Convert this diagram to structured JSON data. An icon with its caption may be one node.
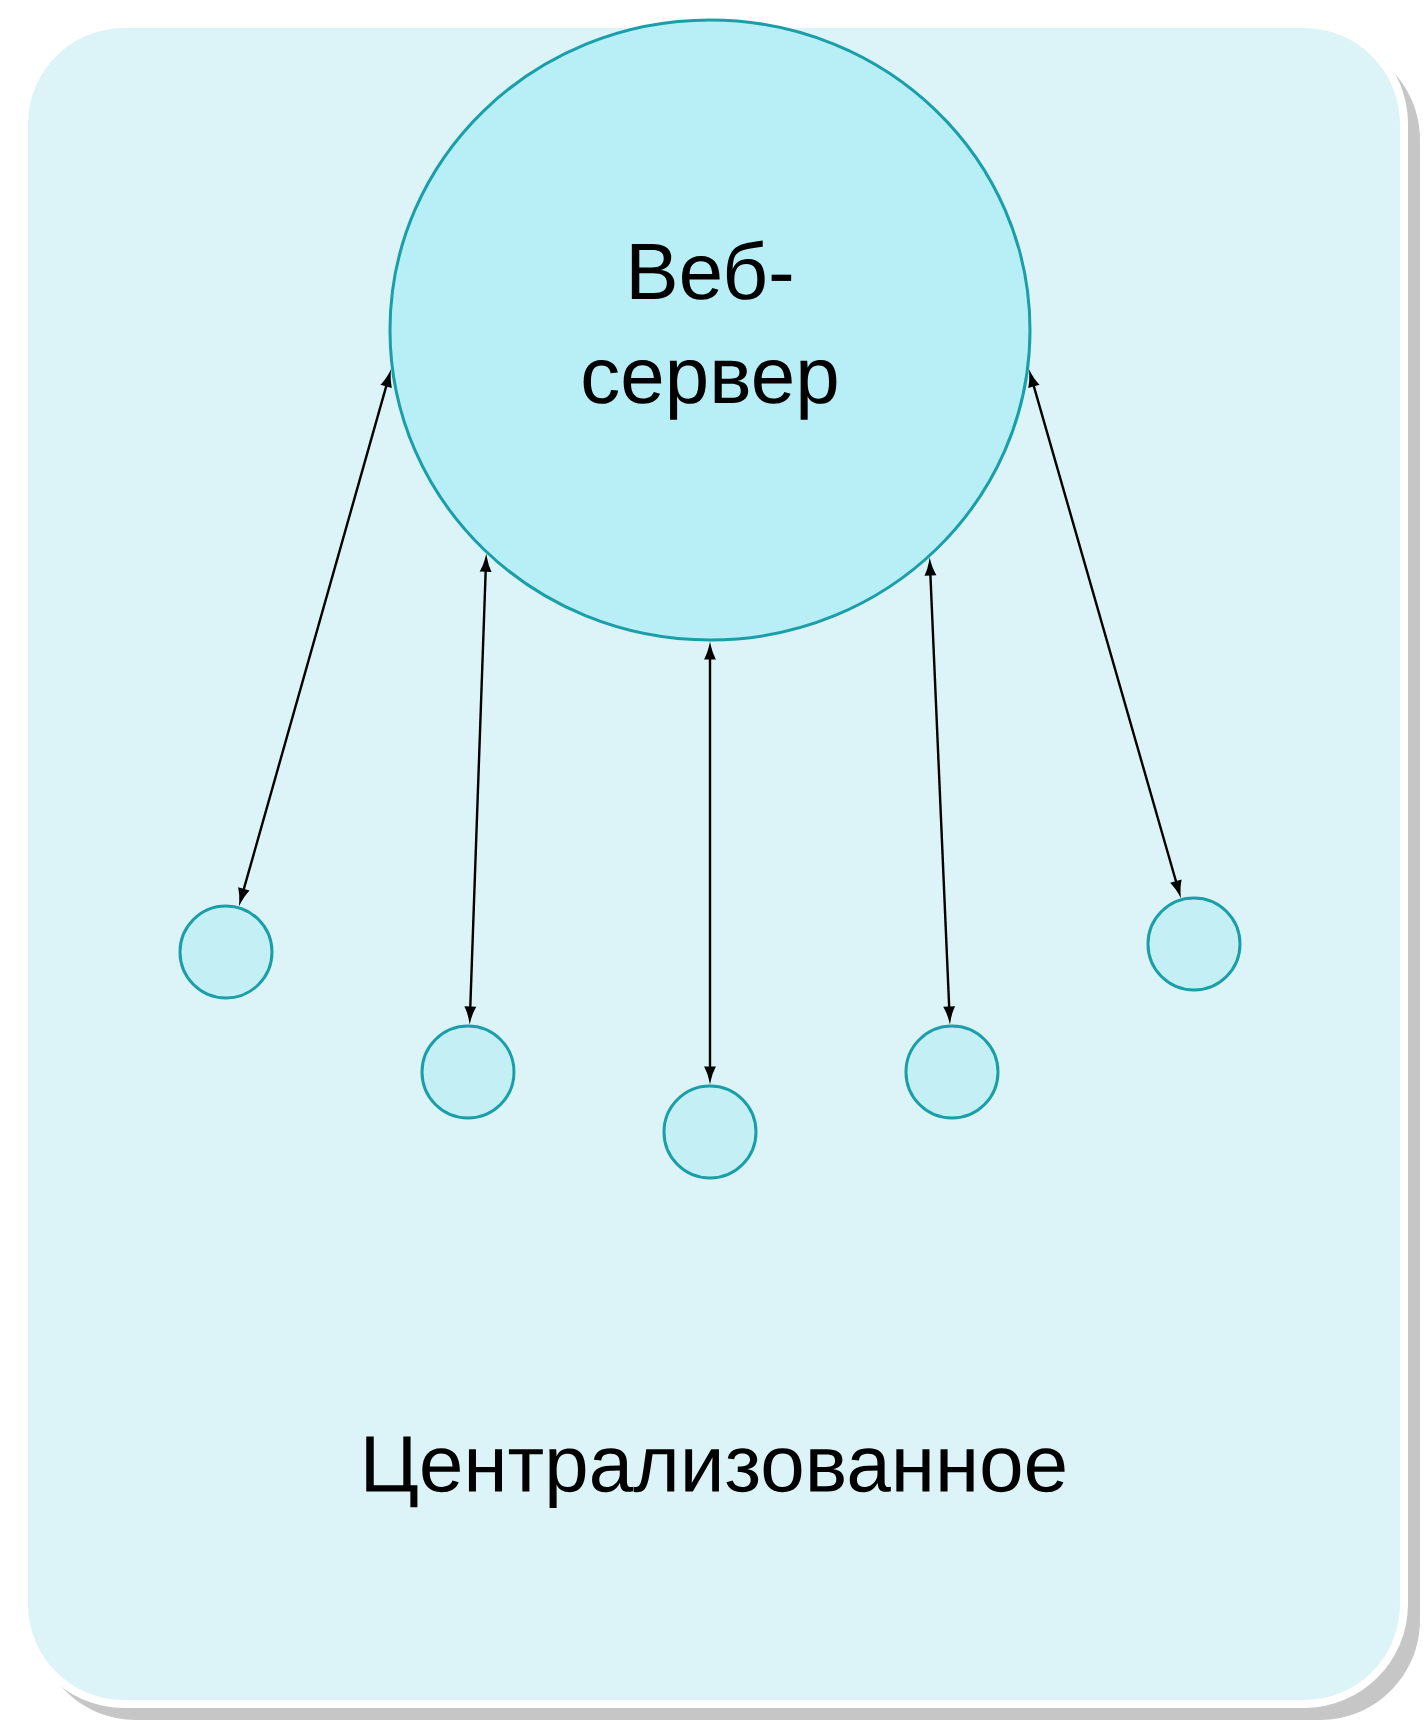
{
  "diagram": {
    "nodes": [
      {
        "text": [
          "Централизованное"
        ]
      },
      {
        "text": [
          "Веб- сервер"
        ],
        "in": 0
      },
      {
        "text": [],
        "shape": "circle",
        "in": 0
      },
      {
        "text": [],
        "shape": "circle",
        "in": 0
      },
      {
        "text": [],
        "shape": "circle",
        "in": 0
      },
      {
        "text": [],
        "shape": "circle",
        "in": 0
      },
      {
        "text": [],
        "shape": "circle",
        "in": 0
      }
    ],
    "edges": [
      {
        "from": 1,
        "to": 2,
        "arrow": "both"
      },
      {
        "from": 1,
        "to": 3,
        "arrow": "both"
      },
      {
        "from": 1,
        "to": 4,
        "arrow": "both"
      },
      {
        "from": 1,
        "to": 5,
        "arrow": "both"
      },
      {
        "from": 1,
        "to": 6,
        "arrow": "both"
      }
    ]
  }
}
